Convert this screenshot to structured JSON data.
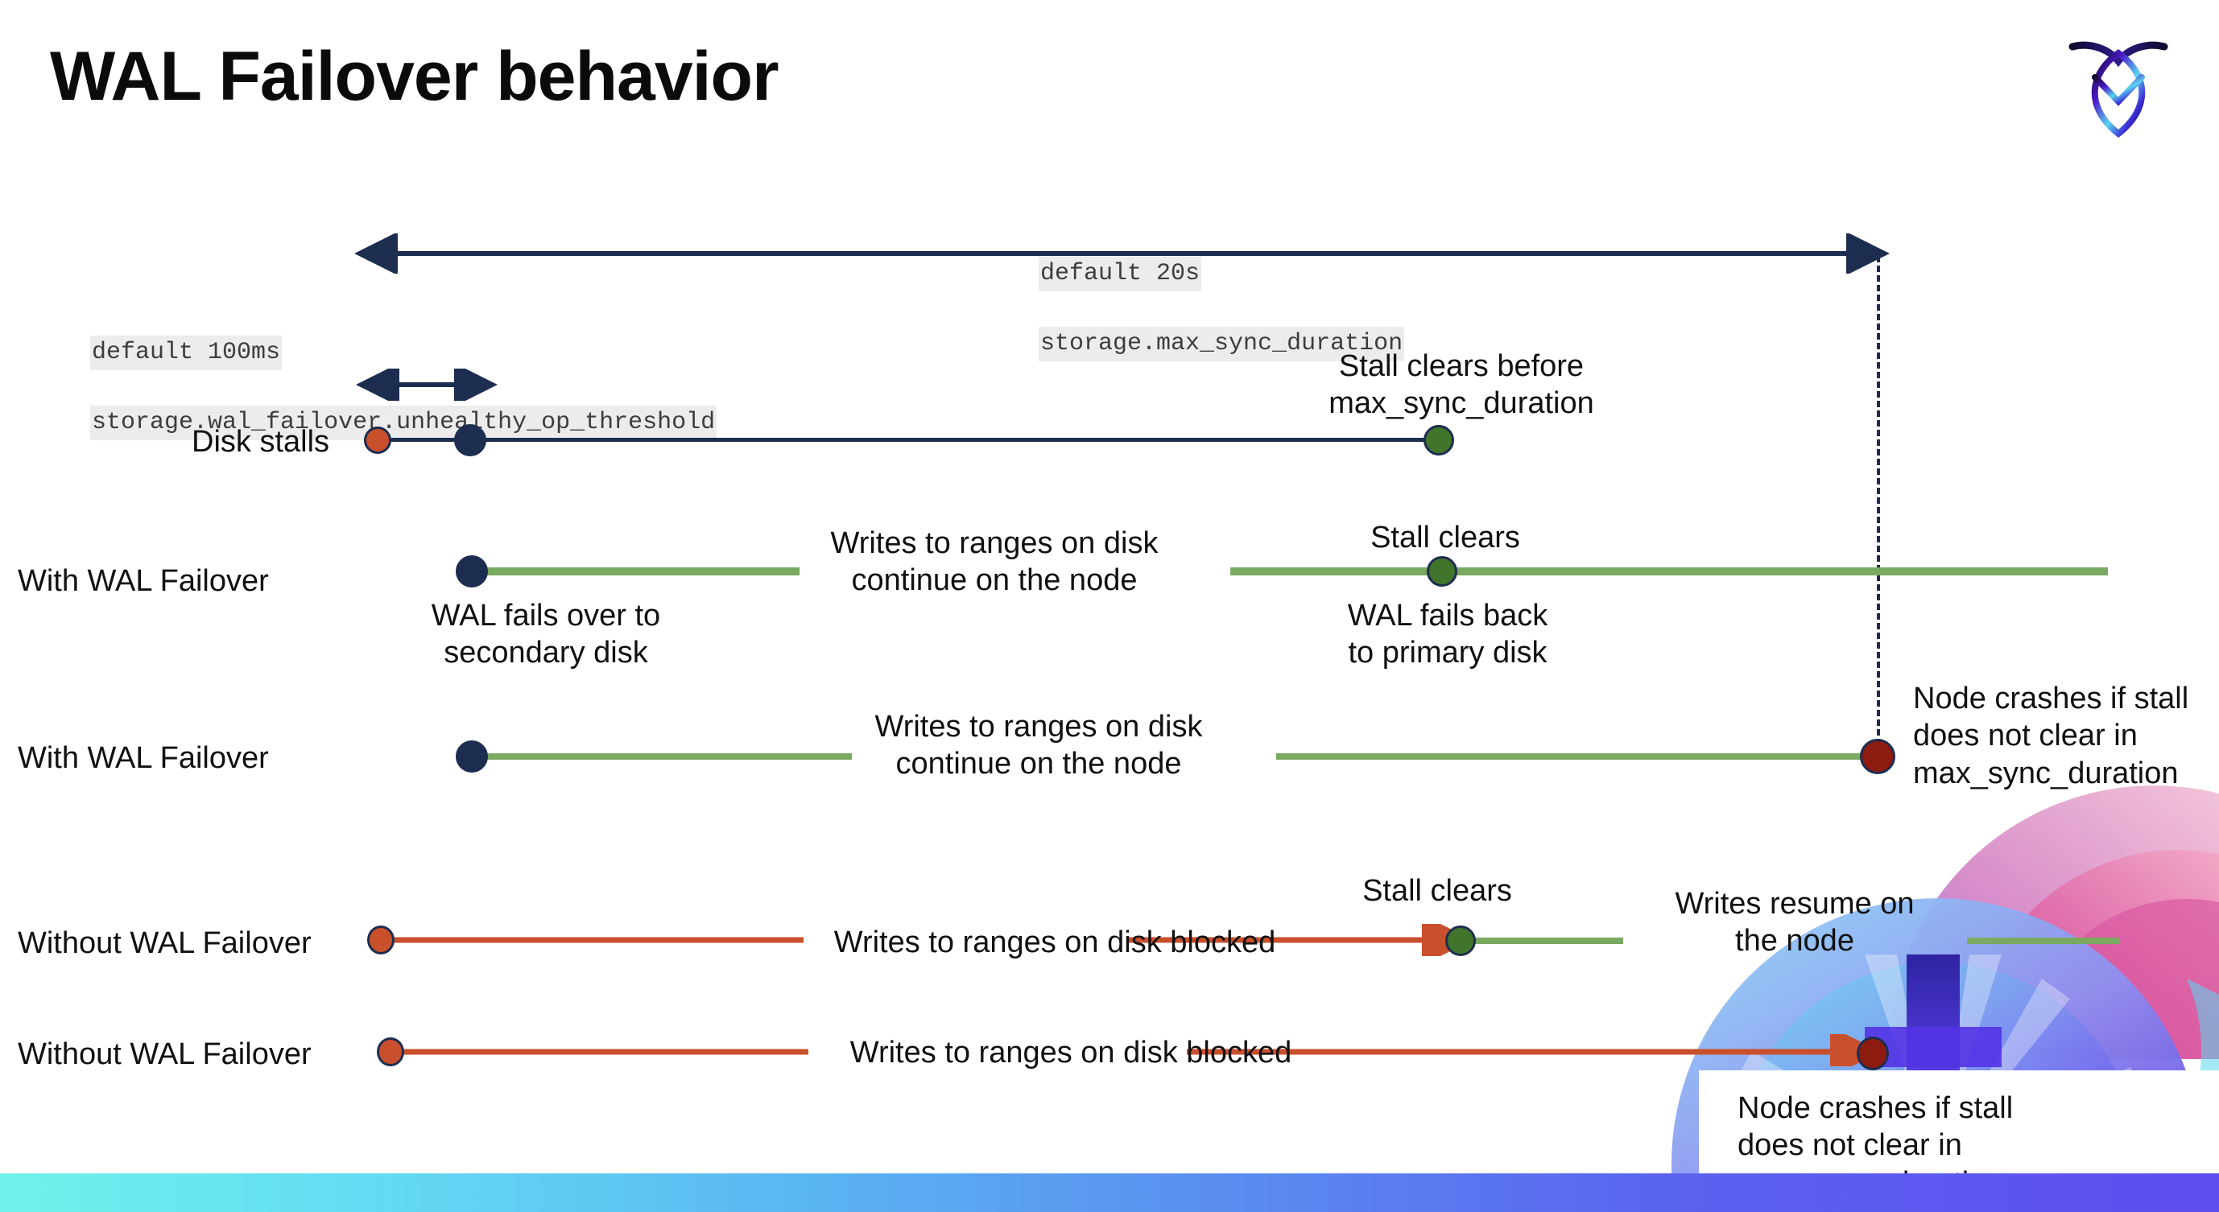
{
  "slide": {
    "title": "WAL Failover behavior",
    "logo_name": "cockroachdb-logo"
  },
  "colors": {
    "navy": "#1d2d50",
    "green_line": "#7aa961",
    "green_dot": "#41752c",
    "red_line": "#c9502c",
    "orange_dot": "#c9502c",
    "dark_red_dot": "#8e1b10",
    "code_bg": "#ececec"
  },
  "annotations": {
    "max_sync": {
      "line1": "default 20s",
      "line2": "storage.max_sync_duration"
    },
    "unhealthy_threshold": {
      "line1": "default 100ms",
      "line2": "storage.wal_failover.unhealthy_op_threshold"
    }
  },
  "lanes": [
    {
      "label": "Disk stalls"
    },
    {
      "label": "With WAL Failover"
    },
    {
      "label": "With WAL Failover"
    },
    {
      "label": "Without WAL Failover"
    },
    {
      "label": "Without WAL Failover"
    }
  ],
  "notes": {
    "stall_clears_before": "Stall clears before\nmax_sync_duration",
    "wal_fails_over": "WAL fails over to\nsecondary disk",
    "writes_continue_1": "Writes to ranges on disk\ncontinue on the node",
    "stall_clears_2": "Stall clears",
    "wal_fails_back": "WAL fails  back\nto primary disk",
    "writes_continue_2": "Writes to ranges on disk\ncontinue on the node",
    "node_crashes_1": "Node crashes if stall\ndoes not clear in\nmax_sync_duration",
    "writes_blocked_1": "Writes to ranges on disk  blocked",
    "stall_clears_3": "Stall clears",
    "writes_resume": "Writes resume on\nthe node",
    "writes_blocked_2": "Writes to ranges on disk  blocked",
    "node_crashes_2": "Node crashes if stall\ndoes not clear in\nmax_sync_duration"
  }
}
